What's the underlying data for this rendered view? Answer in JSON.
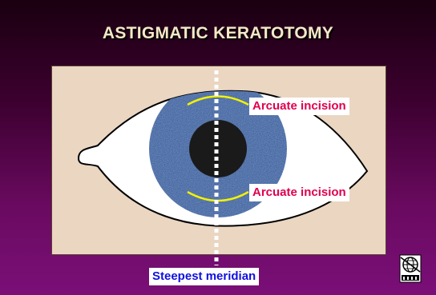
{
  "slide": {
    "title": "ASTIGMATIC KERATOTOMY"
  },
  "labels": {
    "incision_top": "Arcuate incision",
    "incision_bottom": "Arcuate incision",
    "meridian": "Steepest meridian"
  },
  "colors": {
    "background_top": "#1a0010",
    "background_bottom": "#7a0f78",
    "panel": "#ead6c1",
    "iris": "#1f5fa8",
    "pupil": "#1a1a1a",
    "incision_line": "#f2f200",
    "incision_label_text": "#e0004e",
    "meridian_label_text": "#1010e0",
    "meridian_line": "#ffffff"
  },
  "icons": {
    "logo": "globe-logo-icon"
  }
}
